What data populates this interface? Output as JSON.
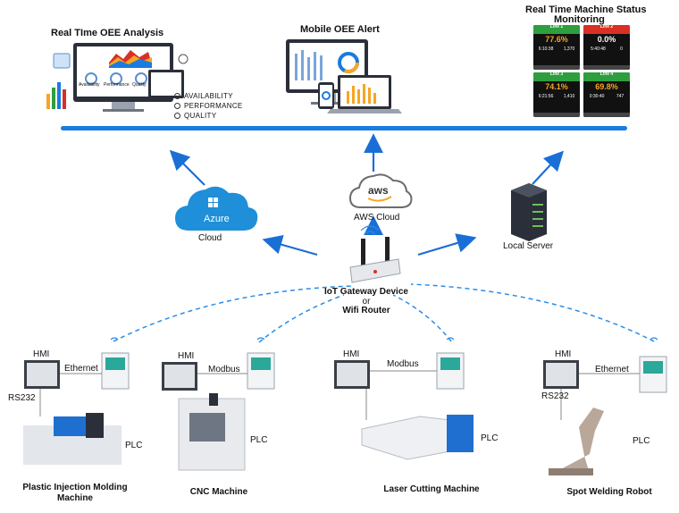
{
  "panels": {
    "oee_analysis": {
      "title": "Real TIme OEE Analysis",
      "gauges": [
        "Availability",
        "Performance",
        "Quality"
      ],
      "kpis": [
        "AVAILABILITY",
        "PERFORMANCE",
        "QUALITY"
      ]
    },
    "mobile_alert": {
      "title": "Mobile OEE Alert"
    },
    "machine_status": {
      "title_line1": "Real Time Machine Status",
      "title_line2": "Monitoring",
      "tiles": [
        {
          "line": "Line 1",
          "pct": "77.6%",
          "a": "6:10:38",
          "b": "1,370",
          "status": "running",
          "header_color": "#2e9e3e",
          "pct_color": "#f6a623"
        },
        {
          "line": "Line 2",
          "pct": "0.0%",
          "a": "5:40:48",
          "b": "0",
          "status": "breakdown",
          "header_color": "#d93025",
          "pct_color": "#ffffff"
        },
        {
          "line": "Line 3",
          "pct": "74.1%",
          "a": "6:21:56",
          "b": "1,410",
          "status": "running",
          "header_color": "#2e9e3e",
          "pct_color": "#f6a623"
        },
        {
          "line": "Line 4",
          "pct": "69.8%",
          "a": "0:30:40",
          "b": "747",
          "status": "running",
          "header_color": "#2e9e3e",
          "pct_color": "#f6a623"
        }
      ]
    }
  },
  "cloud": {
    "azure": {
      "logo_text": "Azure",
      "label": "Cloud"
    },
    "aws": {
      "logo_text": "aws",
      "label": "AWS Cloud"
    },
    "local": {
      "label": "Local Server"
    }
  },
  "gateway": {
    "line1": "IoT Gateway Device",
    "line2": "or",
    "line3": "Wifi Router"
  },
  "machines": [
    {
      "name_line1": "Plastic Injection Molding",
      "name_line2": "Machine",
      "hmi": "HMI",
      "protocol": "Ethernet",
      "rs232": "RS232",
      "plc": "PLC"
    },
    {
      "name_line1": "CNC Machine",
      "hmi": "HMI",
      "protocol": "Modbus",
      "plc": "PLC"
    },
    {
      "name_line1": "Laser Cutting Machine",
      "hmi": "HMI",
      "protocol": "Modbus",
      "plc": "PLC"
    },
    {
      "name_line1": "Spot Welding Robot",
      "hmi": "HMI",
      "protocol": "Ethernet",
      "rs232": "RS232",
      "plc": "PLC"
    }
  ],
  "colors": {
    "bus": "#1a7be0",
    "arrow": "#1a6fd6",
    "dashed": "#2a8ce6",
    "azure": "#1e8fd8"
  }
}
